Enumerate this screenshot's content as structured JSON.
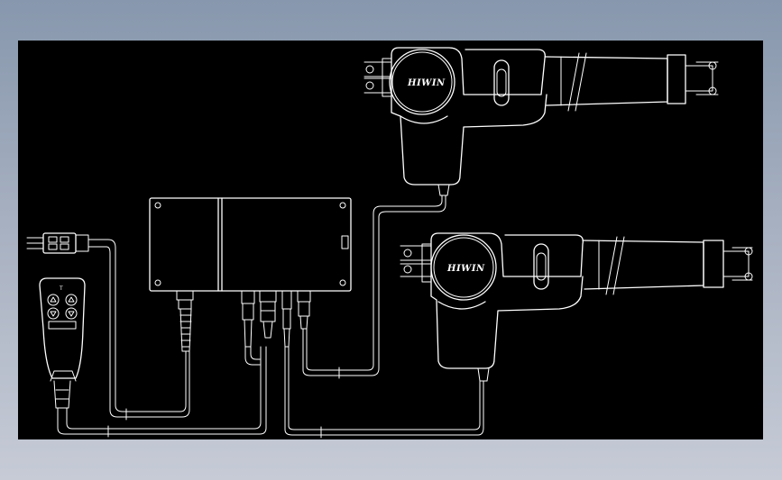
{
  "diagram": {
    "background": "#000000",
    "line_color": "#ffffff",
    "frame_gradient": [
      "#8797ad",
      "#c6cbd6"
    ],
    "actuator_logo": "HIWIN",
    "handset_buttons": [
      "up-arrow",
      "up-arrow",
      "down-arrow",
      "down-arrow"
    ]
  }
}
